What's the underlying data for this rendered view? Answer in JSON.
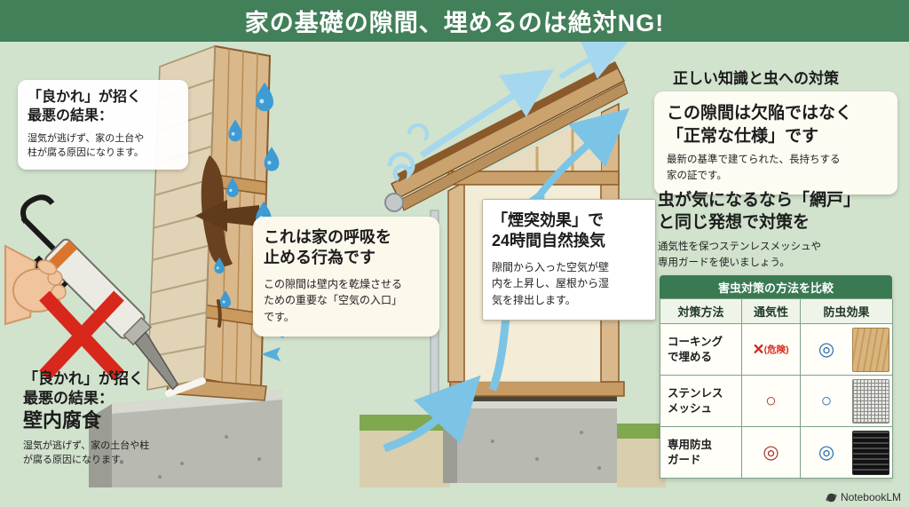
{
  "header": {
    "title": "家の基礎の隙間、埋めるのは絶対NG!"
  },
  "left": {
    "warning_top": {
      "title": "「良かれ」が招く\n最悪の結果：",
      "body": "湿気が逃げず、家の土台や\n柱が腐る原因になります。"
    },
    "breathing": {
      "title": "これは家の呼吸を\n止める行為です",
      "body": "この隙間は壁内を乾燥させる\nための重要な「空気の入口」\nです。"
    },
    "warning_bottom": {
      "title": "「良かれ」が招く\n最悪の結果：",
      "emphasis": "壁内腐食",
      "body": "湿気が逃げず、家の土台や柱\nが腐る原因になります。"
    }
  },
  "center": {
    "chimney": {
      "title": "「煙突効果」で\n24時間自然換気",
      "body": "隙間から入った空気が壁\n内を上昇し、屋根から湿\n気を排出します。"
    }
  },
  "right": {
    "section_title": "正しい知識と虫への対策",
    "normal_spec": {
      "title": "この隙間は欠陥ではなく\n「正常な仕様」です",
      "body": "最新の基準で建てられた、長持ちする\n家の証です。"
    },
    "screen_idea": {
      "title": "虫が気になるなら「網戸」\nと同じ発想で対策を",
      "body": "通気性を保つステンレスメッシュや\n専用ガードを使いましょう。"
    },
    "table": {
      "caption": "害虫対策の方法を比較",
      "headers": {
        "method": "対策方法",
        "ventilation": "通気性",
        "insect": "防虫効果"
      },
      "rows": [
        {
          "method": "コーキング\nで埋める",
          "vent_mark": "×",
          "vent_note": "(危険)",
          "insect_mark": "◎"
        },
        {
          "method": "ステンレス\nメッシュ",
          "vent_mark": "○",
          "vent_note": "",
          "insect_mark": "○"
        },
        {
          "method": "専用防虫\nガード",
          "vent_mark": "◎",
          "vent_note": "",
          "insect_mark": "◎"
        }
      ]
    }
  },
  "footer": {
    "watermark": "NotebookLM"
  },
  "colors": {
    "banner_green": "#42805a",
    "background_green": "#d1e2cd",
    "danger_red": "#d42a1e",
    "vent_symbol_red": "#a8372b",
    "insect_symbol_blue": "#2e6cb2",
    "table_header_green": "#3a7a52"
  }
}
